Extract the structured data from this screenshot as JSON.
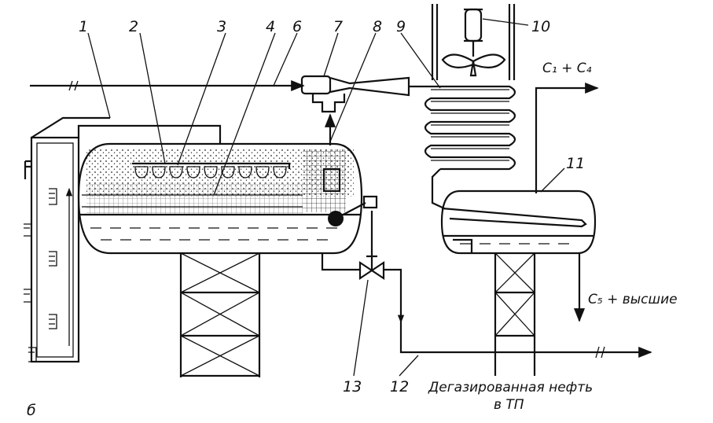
{
  "figure_letter": "б",
  "callouts": [
    "1",
    "2",
    "3",
    "4",
    "6",
    "7",
    "8",
    "9",
    "10",
    "11",
    "12",
    "13"
  ],
  "streams": {
    "light_gas": "C₁ + C₄",
    "heavy": "C₅ + высшие",
    "product_line1": "Дегазированная нефть",
    "product_line2": "в ТП"
  }
}
